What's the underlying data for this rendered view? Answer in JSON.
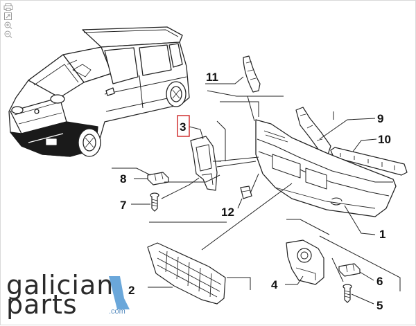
{
  "toolbar": {
    "icons": [
      "print-icon",
      "fullscreen-icon",
      "zoom-in-icon",
      "zoom-out-icon"
    ]
  },
  "diagram": {
    "callouts": [
      {
        "id": "1",
        "label": "1"
      },
      {
        "id": "2",
        "label": "2"
      },
      {
        "id": "3",
        "label": "3",
        "highlighted": true
      },
      {
        "id": "4",
        "label": "4"
      },
      {
        "id": "5",
        "label": "5"
      },
      {
        "id": "6",
        "label": "6"
      },
      {
        "id": "7",
        "label": "7"
      },
      {
        "id": "8",
        "label": "8"
      },
      {
        "id": "9",
        "label": "9"
      },
      {
        "id": "10",
        "label": "10"
      },
      {
        "id": "11",
        "label": "11"
      },
      {
        "id": "12",
        "label": "12"
      }
    ],
    "highlight_color": "#cc2222",
    "line_color": "#222222"
  },
  "logo": {
    "line1": "galician",
    "line2": "parts",
    "suffix": ".com",
    "accent_color": "#6aa7da"
  }
}
